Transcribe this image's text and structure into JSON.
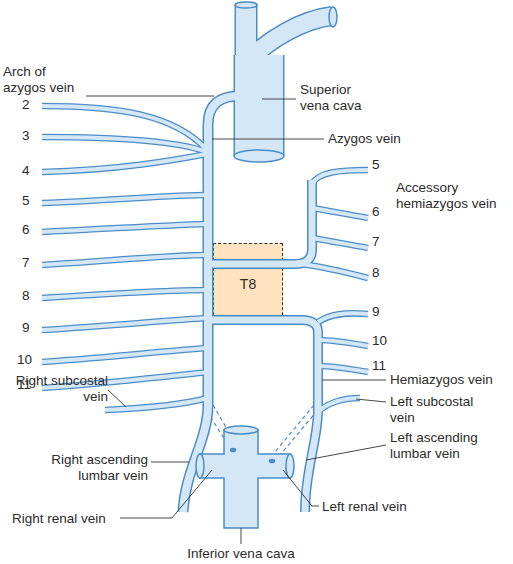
{
  "diagram": {
    "nodes": [
      {
        "text": [
          "T8"
        ]
      }
    ],
    "labels": [
      "Arch of azygos vein",
      "Superior vena cava",
      "2",
      "Azygos vein",
      "3",
      "4",
      "5",
      "Accessory hemiazygos vein",
      "5",
      "6",
      "6",
      "7",
      "7",
      "8",
      "8",
      "9",
      "9",
      "10",
      "10",
      "11",
      "11",
      "Hemiazygos vein",
      "Right subcostal vein",
      "Left subcostal vein",
      "Left ascending lumbar vein",
      "Right ascending lumbar vein",
      "Right renal vein",
      "Left renal vein",
      "Inferior vena cava"
    ]
  }
}
